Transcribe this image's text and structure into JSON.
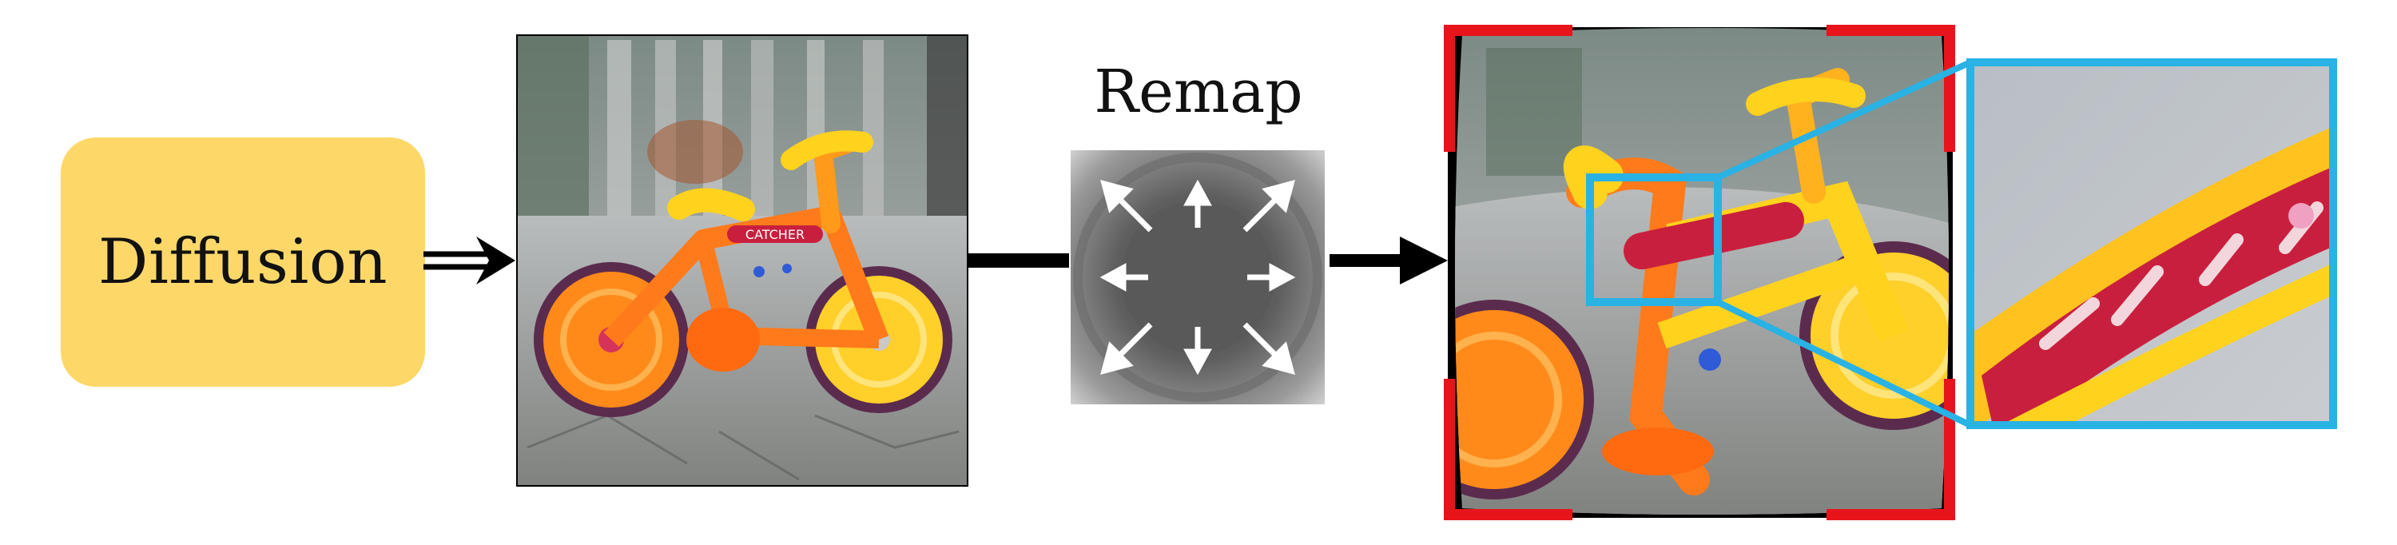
{
  "diffusion": {
    "label": "Diffusion"
  },
  "remap": {
    "label": "Remap"
  },
  "bike_badge_text": "CATCHER",
  "colors": {
    "diffusion_fill": "#fdd869",
    "crop_corners": "#e8141c",
    "zoom_frame": "#29b2e4",
    "arrows": "#000000",
    "bike_frame": "#ff7a1a",
    "bike_yellow": "#ffd21e"
  },
  "icons": [
    "double-arrow-icon",
    "arrow-icon",
    "remap-field-icon"
  ]
}
